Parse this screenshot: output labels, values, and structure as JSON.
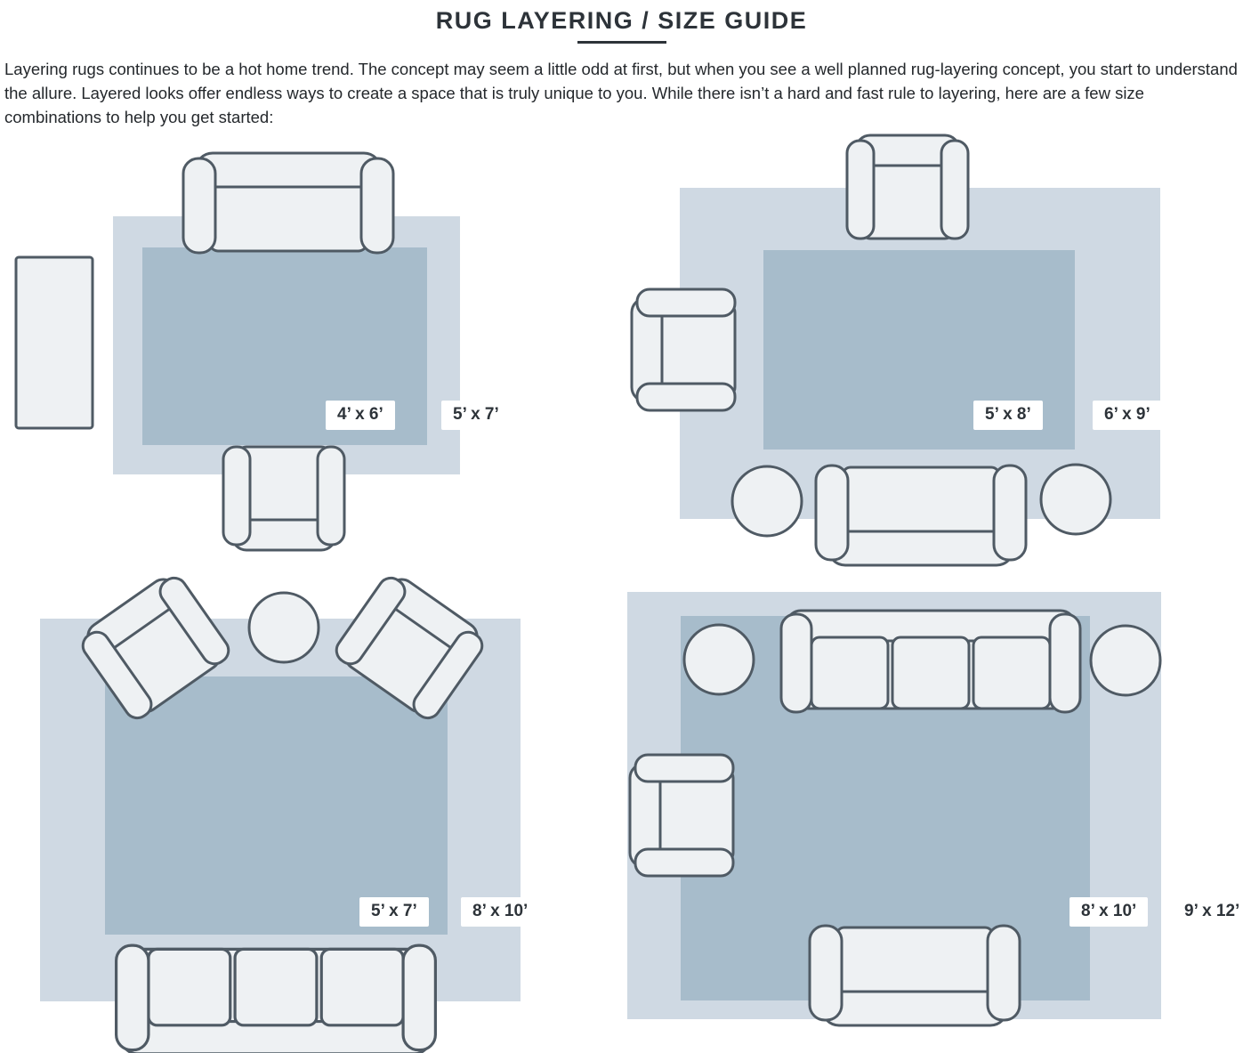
{
  "page": {
    "title": "RUG LAYERING / SIZE GUIDE",
    "intro": "Layering rugs continues to be a hot home trend. The concept may seem a little odd at first, but when you see a well planned rug-layering concept, you start to understand the allure. Layered looks offer endless ways to create a space that is truly unique to you. While there isn’t a hard and fast rule to layering, here are a few size combinations to help you get started:"
  },
  "colors": {
    "outer_rug": "#cfd9e3",
    "inner_rug": "#a7bccb",
    "furniture_fill": "#eef1f3",
    "furniture_stroke": "#4f5a64",
    "label_bg": "#ffffff",
    "text": "#2d3339"
  },
  "icons": {
    "sofa": "sofa-icon",
    "sofa_3seat": "sofa-3seat-icon",
    "armchair": "armchair-icon",
    "ottoman": "ottoman-icon",
    "round_table": "round-table-icon",
    "side_table": "side-table-icon"
  },
  "diagrams": [
    {
      "inner_label": "4’ x 6’",
      "outer_label": "5’ x 7’"
    },
    {
      "inner_label": "5’ x 8’",
      "outer_label": "6’ x 9’"
    },
    {
      "inner_label": "5’ x 7’",
      "outer_label": "8’ x 10’"
    },
    {
      "inner_label": "8’ x 10’",
      "outer_label": "9’ x 12’"
    }
  ]
}
